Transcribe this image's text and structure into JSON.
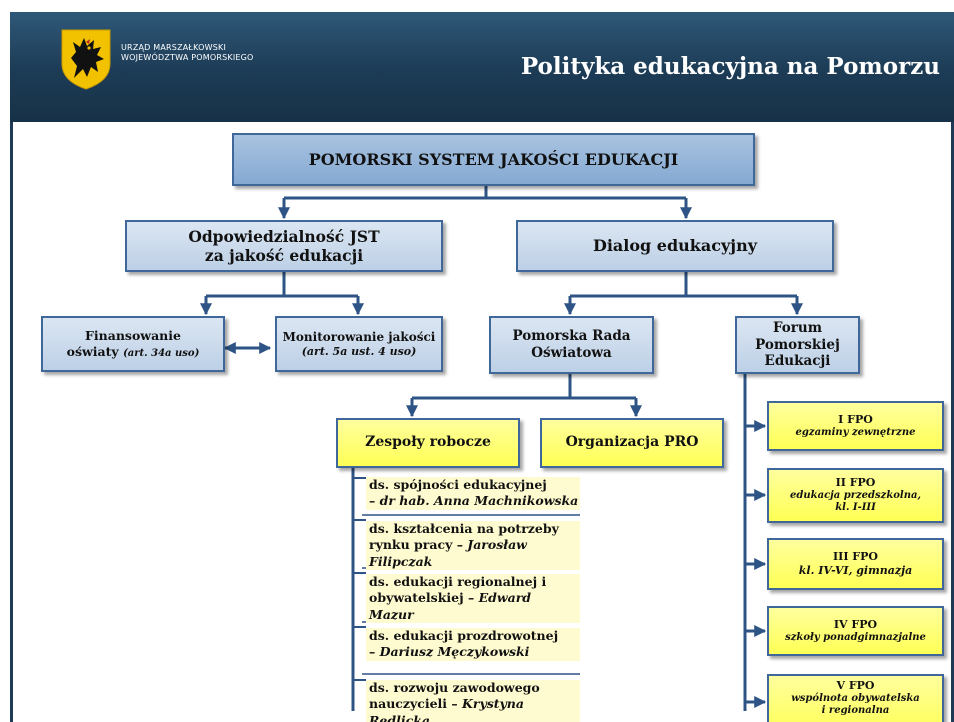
{
  "header": {
    "org_line1": "URZĄD MARSZAŁKOWSKI",
    "org_line2": "WOJEWÓDZTWA POMORSKIEGO",
    "title": "Polityka edukacyjna na Pomorzu"
  },
  "colors": {
    "header_bg": "#1c3b55",
    "box_blue": "#c6d6ea",
    "box_blue_dark": "#93b2d8",
    "box_yellow": "#ffff66",
    "line": "#2e5485"
  },
  "diagram": {
    "root": "POMORSKI SYSTEM JAKOŚCI EDUKACJI",
    "jst": {
      "line1": "Odpowiedzialność JST",
      "line2": "za jakość edukacji"
    },
    "dialog": "Dialog edukacyjny",
    "finansowanie": {
      "line1": "Finansowanie",
      "line2": "oświaty",
      "ref": "(art. 34a uso)"
    },
    "monitorowanie": {
      "line1": "Monitorowanie jakości",
      "ref": "(art. 5a ust. 4 uso)"
    },
    "rada": {
      "line1": "Pomorska Rada",
      "line2": "Oświatowa"
    },
    "forum": {
      "line1": "Forum Pomorskiej",
      "line2": "Edukacji"
    },
    "zespoly": "Zespoły robocze",
    "organizacja": "Organizacja PRO",
    "teams": [
      {
        "line1": "ds. spójności edukacyjnej",
        "line2_prefix": "– ",
        "person": "dr hab. Anna Machnikowska"
      },
      {
        "line1": "ds. kształcenia na potrzeby",
        "line2_prefix": "rynku pracy – ",
        "person": "Jarosław Filipczak"
      },
      {
        "line1": "ds. edukacji regionalnej i",
        "line2_prefix": "obywatelskiej – ",
        "person": "Edward Mazur"
      },
      {
        "line1": "ds. edukacji prozdrowotnej",
        "line2_prefix": "– ",
        "person": "Dariusz Męczykowski"
      },
      {
        "line1": "ds. rozwoju zawodowego",
        "line2_prefix": "nauczycieli – ",
        "person": "Krystyna Redlicka"
      }
    ],
    "fpo": [
      {
        "title": "I FPO",
        "desc1": "egzaminy zewnętrzne",
        "desc2": ""
      },
      {
        "title": "II FPO",
        "desc1": "edukacja przedszkolna,",
        "desc2": "kl. I-III"
      },
      {
        "title": "III FPO",
        "desc1": "kl. IV-VI, gimnazja",
        "desc2": ""
      },
      {
        "title": "IV FPO",
        "desc1": "szkoły ponadgimnazjalne",
        "desc2": ""
      },
      {
        "title": "V FPO",
        "desc1": "wspólnota obywatelska",
        "desc2": "i regionalna"
      }
    ]
  }
}
